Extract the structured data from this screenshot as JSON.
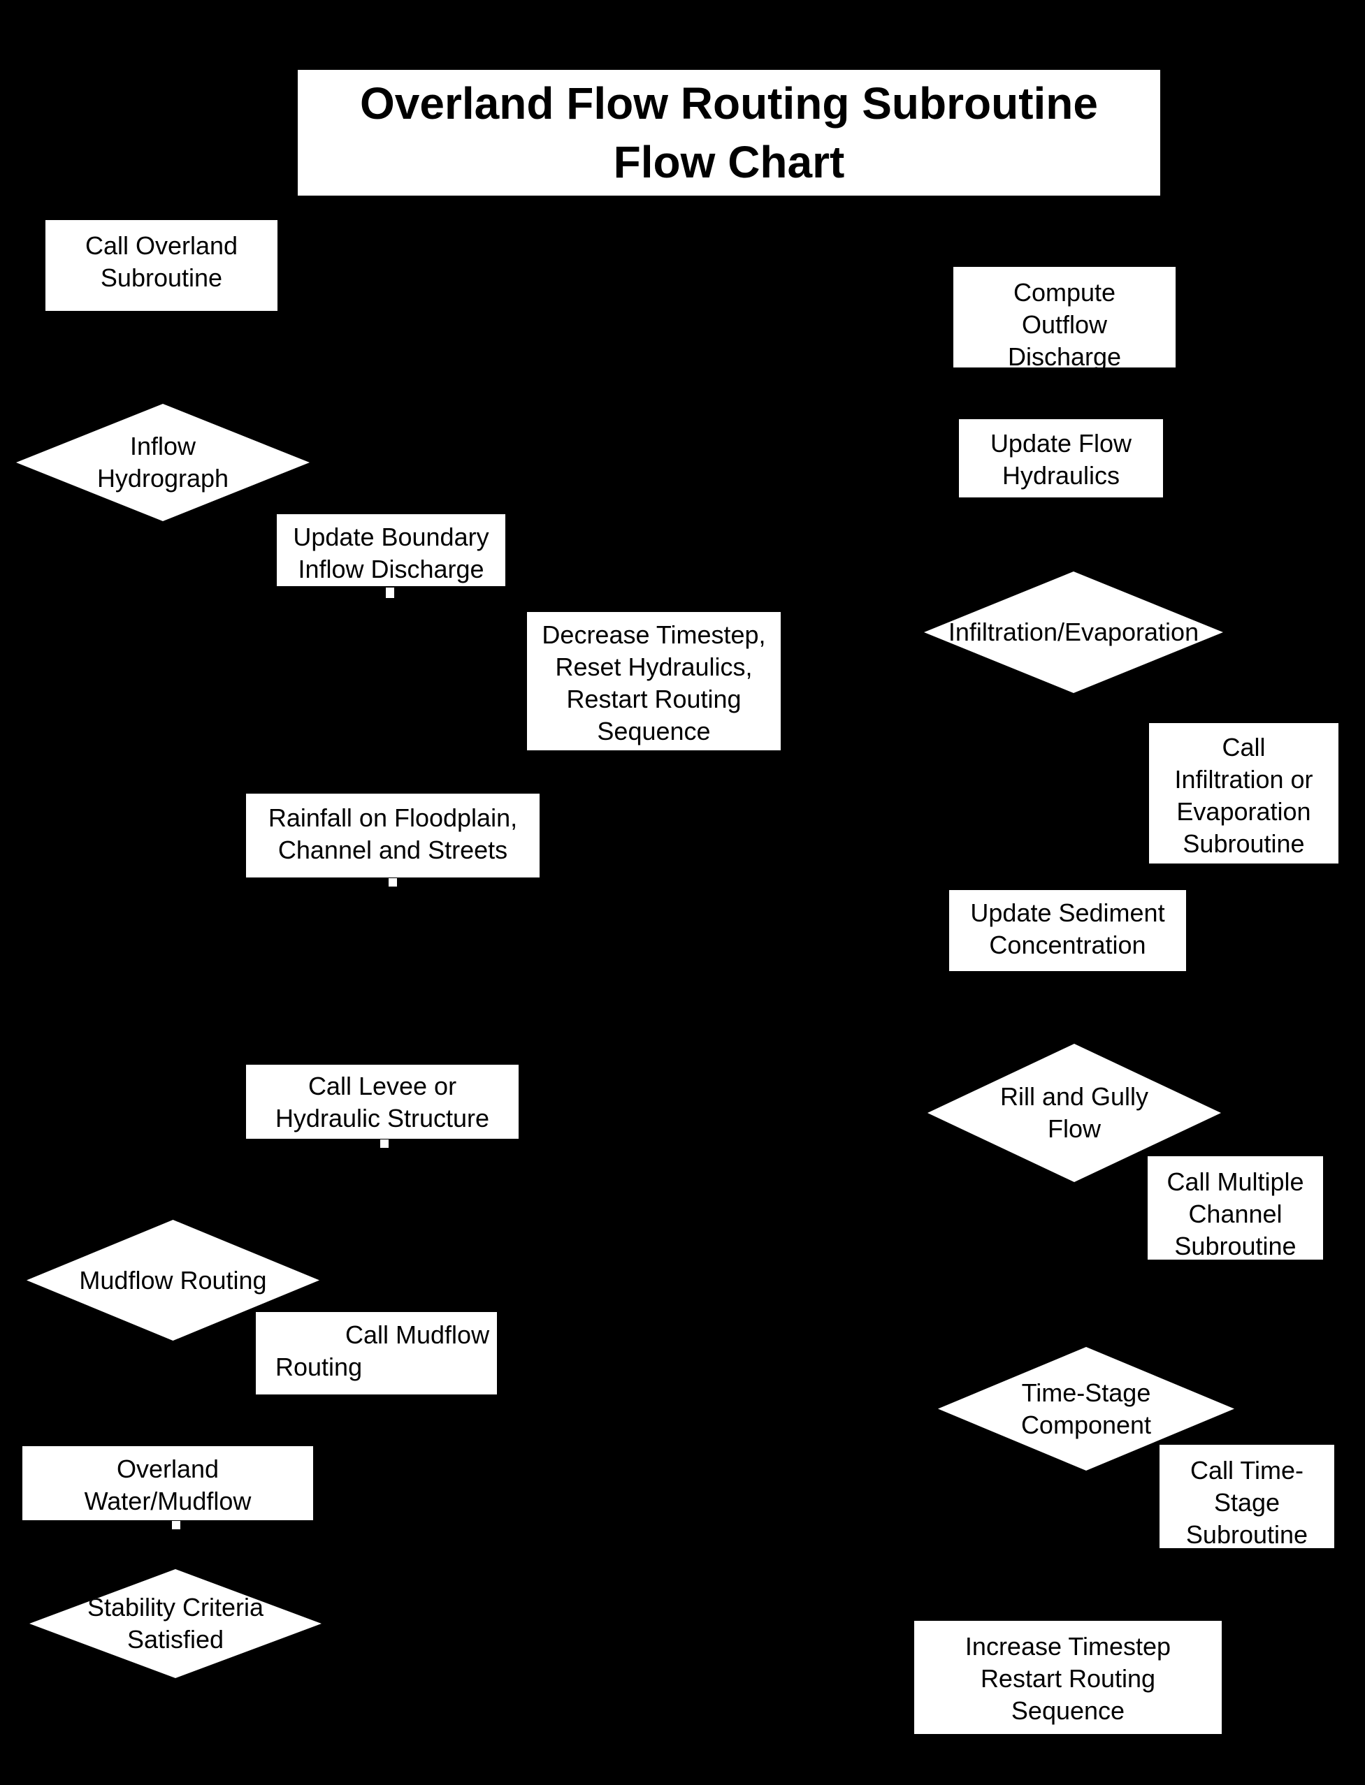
{
  "colors": {
    "background": "#000000",
    "shape_fill": "#ffffff",
    "shape_text": "#000000"
  },
  "title": {
    "lines": [
      "Overland Flow Routing Subroutine",
      "Flow Chart"
    ]
  },
  "nodes": {
    "call_overland_subroutine": {
      "type": "process",
      "lines": [
        "Call Overland",
        "Subroutine"
      ]
    },
    "inflow_hydrograph": {
      "type": "decision",
      "lines": [
        "Inflow",
        "Hydrograph"
      ]
    },
    "update_boundary_inflow_discharge": {
      "type": "process",
      "lines": [
        "Update Boundary",
        "Inflow Discharge"
      ]
    },
    "decrease_timestep_reset_hydraulics": {
      "type": "process",
      "lines": [
        "Decrease Timestep,",
        "Reset Hydraulics,",
        "Restart Routing",
        "Sequence"
      ]
    },
    "rainfall_on_floodplain": {
      "type": "process",
      "lines": [
        "Rainfall on Floodplain,",
        "Channel and Streets"
      ]
    },
    "call_levee_or_hydraulic_structure": {
      "type": "process",
      "lines": [
        "Call Levee or",
        "Hydraulic Structure"
      ]
    },
    "mudflow_routing": {
      "type": "decision",
      "lines": [
        "Mudflow Routing"
      ]
    },
    "call_mudflow_routing": {
      "type": "process",
      "lines": [
        "Call Mudflow",
        "Routing"
      ]
    },
    "overland_water_mudflow": {
      "type": "process",
      "lines": [
        "Overland",
        "Water/Mudflow"
      ]
    },
    "stability_criteria_satisfied": {
      "type": "decision",
      "lines": [
        "Stability Criteria",
        "Satisfied"
      ]
    },
    "compute_outflow_discharge": {
      "type": "process",
      "lines": [
        "Compute",
        "Outflow",
        "Discharge"
      ]
    },
    "update_flow_hydraulics": {
      "type": "process",
      "lines": [
        "Update Flow",
        "Hydraulics"
      ]
    },
    "infiltration_evaporation": {
      "type": "decision",
      "lines": [
        "Infiltration/Evaporation"
      ]
    },
    "call_infiltration_or_evaporation_subroutine": {
      "type": "process",
      "lines": [
        "Call",
        "Infiltration or",
        "Evaporation",
        "Subroutine"
      ]
    },
    "update_sediment_concentration": {
      "type": "process",
      "lines": [
        "Update Sediment",
        "Concentration"
      ]
    },
    "rill_and_gully_flow": {
      "type": "decision",
      "lines": [
        "Rill and Gully",
        "Flow"
      ]
    },
    "call_multiple_channel_subroutine": {
      "type": "process",
      "lines": [
        "Call Multiple",
        "Channel",
        "Subroutine"
      ]
    },
    "time_stage_component": {
      "type": "decision",
      "lines": [
        "Time-Stage",
        "Component"
      ]
    },
    "call_time_stage_subroutine": {
      "type": "process",
      "lines": [
        "Call Time-",
        "Stage",
        "Subroutine"
      ]
    },
    "increase_timestep_restart": {
      "type": "process",
      "lines": [
        "Increase Timestep",
        "Restart Routing",
        "Sequence"
      ]
    }
  }
}
